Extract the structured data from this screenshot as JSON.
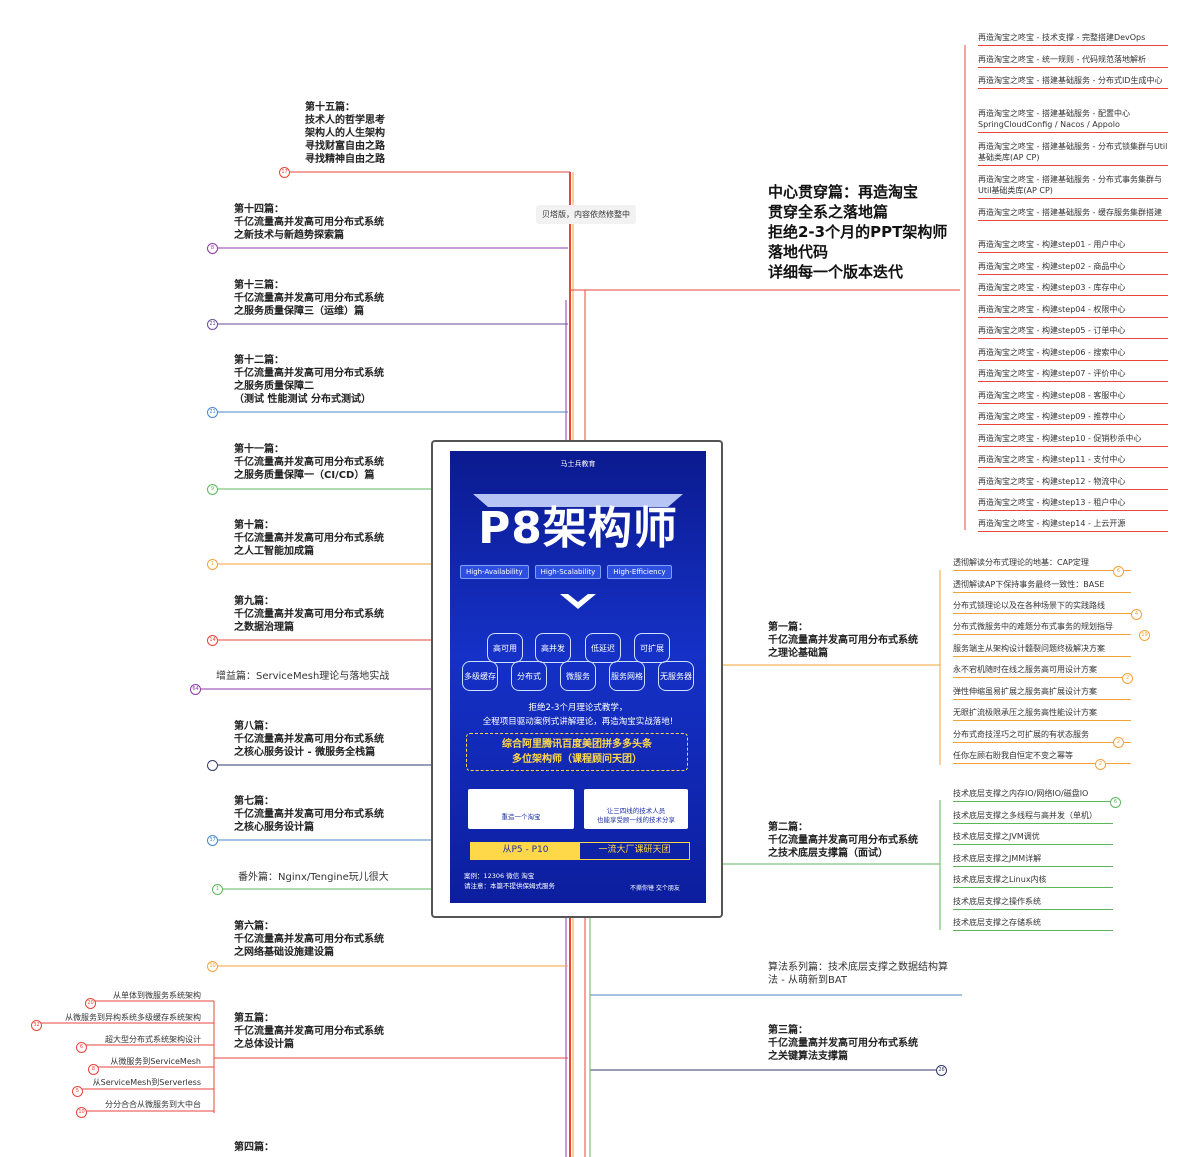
{
  "center": {
    "brand": "马士兵教育",
    "title": "P8架构师",
    "tags": [
      "High-Availability",
      "High-Scalability",
      "High-Efficiency"
    ],
    "hex_row1": [
      "高可用",
      "高并发",
      "低延迟",
      "可扩展"
    ],
    "hex_row2": [
      "多级缓存",
      "分布式",
      "微服务",
      "服务网格",
      "无服务器"
    ],
    "line1": "拒绝2-3个月理论式教学，",
    "line2": "全程项目驱动案例式讲解理论，再造淘宝实战落地!",
    "box_line1": "综合阿里腾讯百度美团拼多多头条",
    "box_line2": "多位架构师（课程顾问天团）",
    "card1": "重造一个淘宝",
    "card2_line1": "让三四线的技术人员",
    "card2_line2": "也能享受顾一线的技术分享",
    "bar_left": "从P5 - P10",
    "bar_right": "一流大厂课研天团",
    "foot1": "案例：12306 微信 淘宝",
    "foot2": "请注意：本篇不提供保姆式服务",
    "foot3": "不撕你锉 交个朋友"
  },
  "chip": "贝塔版，内容依然修整中",
  "main_branch": {
    "line1": "中心贯穿篇：再造淘宝",
    "line2": "贯穿全系之落地篇",
    "line3": "拒绝2-3个月的PPT架构师",
    "line4": "落地代码",
    "line5": "详细每一个版本迭代"
  },
  "taobao_leaves": [
    "再造淘宝之咚宝 - 技术支撑 - 完整搭建DevOps",
    "再造淘宝之咚宝 - 统一规则 - 代码规范落地解析",
    "再造淘宝之咚宝 - 搭建基础服务 - 分布式ID生成中心",
    "再造淘宝之咚宝 - 搭建基础服务 - 配置中心 SpringCloudConfig / Nacos / Appolo",
    "再造淘宝之咚宝 - 搭建基础服务 - 分布式锁集群与Util基础类库(AP CP)",
    "再造淘宝之咚宝 - 搭建基础服务 - 分布式事务集群与Util基础类库(AP CP)",
    "再造淘宝之咚宝 - 搭建基础服务 - 缓存服务集群搭建",
    "再造淘宝之咚宝 - 构建step01 - 用户中心",
    "再造淘宝之咚宝 - 构建step02 - 商品中心",
    "再造淘宝之咚宝 - 构建step03 - 库存中心",
    "再造淘宝之咚宝 - 构建step04 - 权限中心",
    "再造淘宝之咚宝 - 构建step05 - 订单中心",
    "再造淘宝之咚宝 - 构建step06 - 搜索中心",
    "再造淘宝之咚宝 - 构建step07 - 评价中心",
    "再造淘宝之咚宝 - 构建step08 - 客服中心",
    "再造淘宝之咚宝 - 构建step09 - 推荐中心",
    "再造淘宝之咚宝 - 构建step10 - 促销秒杀中心",
    "再造淘宝之咚宝 - 构建step11 - 支付中心",
    "再造淘宝之咚宝 - 构建step12 - 物流中心",
    "再造淘宝之咚宝 - 构建step13 - 租户中心",
    "再造淘宝之咚宝 - 构建step14 - 上云开源"
  ],
  "ch1": {
    "line1": "第一篇：",
    "line2": "千亿流量高并发高可用分布式系统",
    "line3": "之理论基础篇"
  },
  "ch1_leaves": [
    "透彻解读分布式理论的地基：CAP定理",
    "透彻解读AP下保持事务最终一致性：BASE",
    "分布式锁理论以及在各种场景下的实践路线",
    "分布式微服务中的难题分布式事务的规划指导",
    "服务端主从架构设计髓裂问题终极解决方案",
    "永不宕机随时在线之服务高可用设计方案",
    "弹性伸缩虽易扩展之服务高扩展设计方案",
    "无眼扩流极限承压之服务高性能设计方案",
    "分布式奇技淫巧之可扩展的有状态服务",
    "任你左顾右盼我自恒定不变之幂等"
  ],
  "ch2": {
    "line1": "第二篇：",
    "line2": "千亿流量高并发高可用分布式系统",
    "line3": "之技术底层支撑篇（面试）"
  },
  "ch2_leaves": [
    "技术底层支撑之内存IO/网络IO/磁盘IO",
    "技术底层支撑之多线程与高并发（单机）",
    "技术底层支撑之JVM调优",
    "技术底层支撑之JMM详解",
    "技术底层支撑之Linux内核",
    "技术底层支撑之操作系统",
    "技术底层支撑之存储系统"
  ],
  "algo": {
    "line1": "算法系列篇：技术底层支撑之数据结构算",
    "line2": "法 - 从萌新到BAT"
  },
  "ch3": {
    "line1": "第三篇：",
    "line2": "千亿流量高并发高可用分布式系统",
    "line3": "之关键算法支撑篇"
  },
  "ch15": {
    "line1": "第十五篇：",
    "line2": "技术人的哲学思考",
    "line3": "架构人的人生架构",
    "line4": "寻找财富自由之路",
    "line5": "寻找精神自由之路"
  },
  "ch14": {
    "line1": "第十四篇：",
    "line2": "千亿流量高并发高可用分布式系统",
    "line3": "之新技术与新趋势探索篇"
  },
  "ch13": {
    "line1": "第十三篇：",
    "line2": "千亿流量高并发高可用分布式系统",
    "line3": "之服务质量保障三（运维）篇"
  },
  "ch12": {
    "line1": "第十二篇：",
    "line2": "千亿流量高并发高可用分布式系统",
    "line3": "之服务质量保障二",
    "line4": "（测试 性能测试 分布式测试）"
  },
  "ch11": {
    "line1": "第十一篇：",
    "line2": "千亿流量高并发高可用分布式系统",
    "line3": "之服务质量保障一（CI/CD）篇"
  },
  "ch10": {
    "line1": "第十篇：",
    "line2": "千亿流量高并发高可用分布式系统",
    "line3": "之人工智能加成篇"
  },
  "ch9": {
    "line1": "第九篇：",
    "line2": "千亿流量高并发高可用分布式系统",
    "line3": "之数据治理篇"
  },
  "bonus": "增益篇：ServiceMesh理论与落地实战",
  "ch8": {
    "line1": "第八篇：",
    "line2": "千亿流量高并发高可用分布式系统",
    "line3": "之核心服务设计 - 微服务全栈篇"
  },
  "ch7": {
    "line1": "第七篇：",
    "line2": "千亿流量高并发高可用分布式系统",
    "line3": "之核心服务设计篇"
  },
  "extra": "番外篇：Nginx/Tengine玩儿很大",
  "ch6": {
    "line1": "第六篇：",
    "line2": "千亿流量高并发高可用分布式系统",
    "line3": "之网络基础设施建设篇"
  },
  "ch5": {
    "line1": "第五篇：",
    "line2": "千亿流量高并发高可用分布式系统",
    "line3": "之总体设计篇"
  },
  "ch5_leaves": [
    "从单体到微服务系统架构",
    "从微服务到异构系统多级缓存系统架构",
    "超大型分布式系统架构设计",
    "从微服务到ServiceMesh",
    "从ServiceMesh到Serverless",
    "分分合合从微服务到大中台"
  ],
  "ch4": {
    "line1": "第四篇："
  },
  "badges": [
    "17",
    "8",
    "21",
    "21",
    "9",
    "1",
    "14",
    "64",
    "37",
    "1",
    "10",
    "6",
    "4",
    "19",
    "2",
    "2",
    "2",
    "6",
    "26",
    "20",
    "32",
    "6",
    "8",
    "5",
    "10"
  ]
}
